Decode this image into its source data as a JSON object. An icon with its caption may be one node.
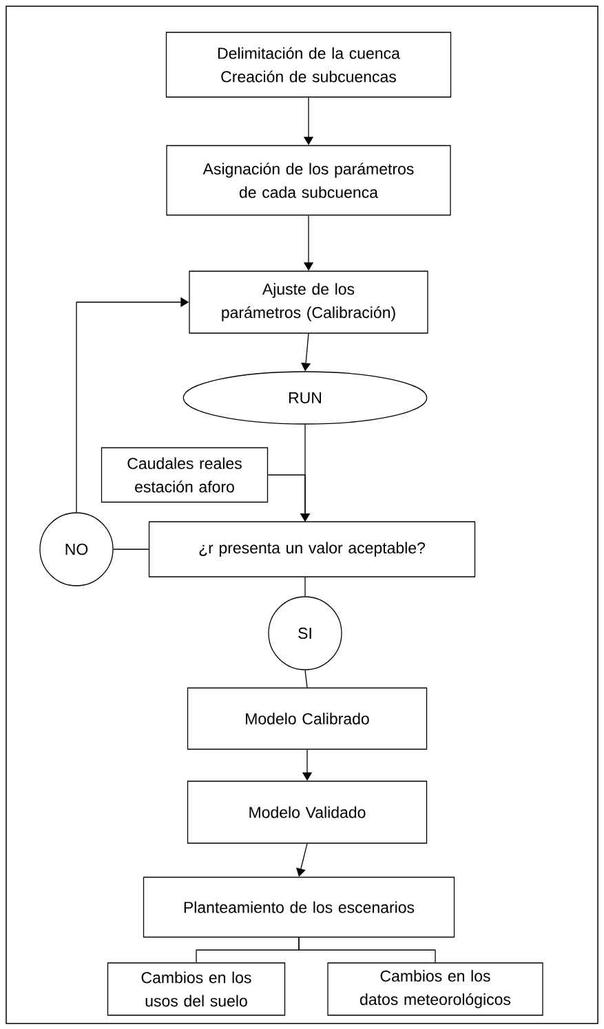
{
  "diagram": {
    "nodes": [
      {
        "text": [
          "Delimitación de la cuenca",
          "Creación de subcuencas"
        ]
      },
      {
        "text": [
          "Asignación de los parámetros de cada subcuenca"
        ]
      },
      {
        "text": [
          "Ajuste de los parámetros (Calibración)"
        ]
      },
      {
        "text": [
          "RUN"
        ]
      },
      {
        "text": [
          "Caudales reales estación aforo"
        ]
      },
      {
        "text": [
          "¿r presenta un valor aceptable?"
        ]
      },
      {
        "text": [
          "NO"
        ]
      },
      {
        "text": [
          "SI"
        ]
      },
      {
        "text": [
          "Modelo Calibrado"
        ]
      },
      {
        "text": [
          "Modelo Validado"
        ]
      },
      {
        "text": [
          "Planteamiento de los escenarios"
        ]
      },
      {
        "text": [
          "Cambios en los usos del suelo"
        ]
      },
      {
        "text": [
          "Cambios en los datos meteorológicos"
        ]
      }
    ],
    "edges": [
      {
        "from": 0,
        "to": 1,
        "arrow": "to"
      },
      {
        "from": 1,
        "to": 2,
        "arrow": "to"
      },
      {
        "from": 2,
        "to": 3,
        "arrow": "to"
      },
      {
        "from": 3,
        "to": 5,
        "arrow": "to"
      },
      {
        "from": 4,
        "to": 5,
        "arrow": "to"
      },
      {
        "from": 5,
        "to": 6,
        "arrow": "none"
      },
      {
        "from": 6,
        "to": 2,
        "arrow": "to"
      },
      {
        "from": 5,
        "to": 7,
        "arrow": "none"
      },
      {
        "from": 7,
        "to": 8,
        "arrow": "none"
      },
      {
        "from": 8,
        "to": 9,
        "arrow": "to"
      },
      {
        "from": 9,
        "to": 10,
        "arrow": "to"
      },
      {
        "from": 10,
        "to": 11,
        "arrow": "none"
      },
      {
        "from": 10,
        "to": 12,
        "arrow": "none"
      }
    ]
  }
}
